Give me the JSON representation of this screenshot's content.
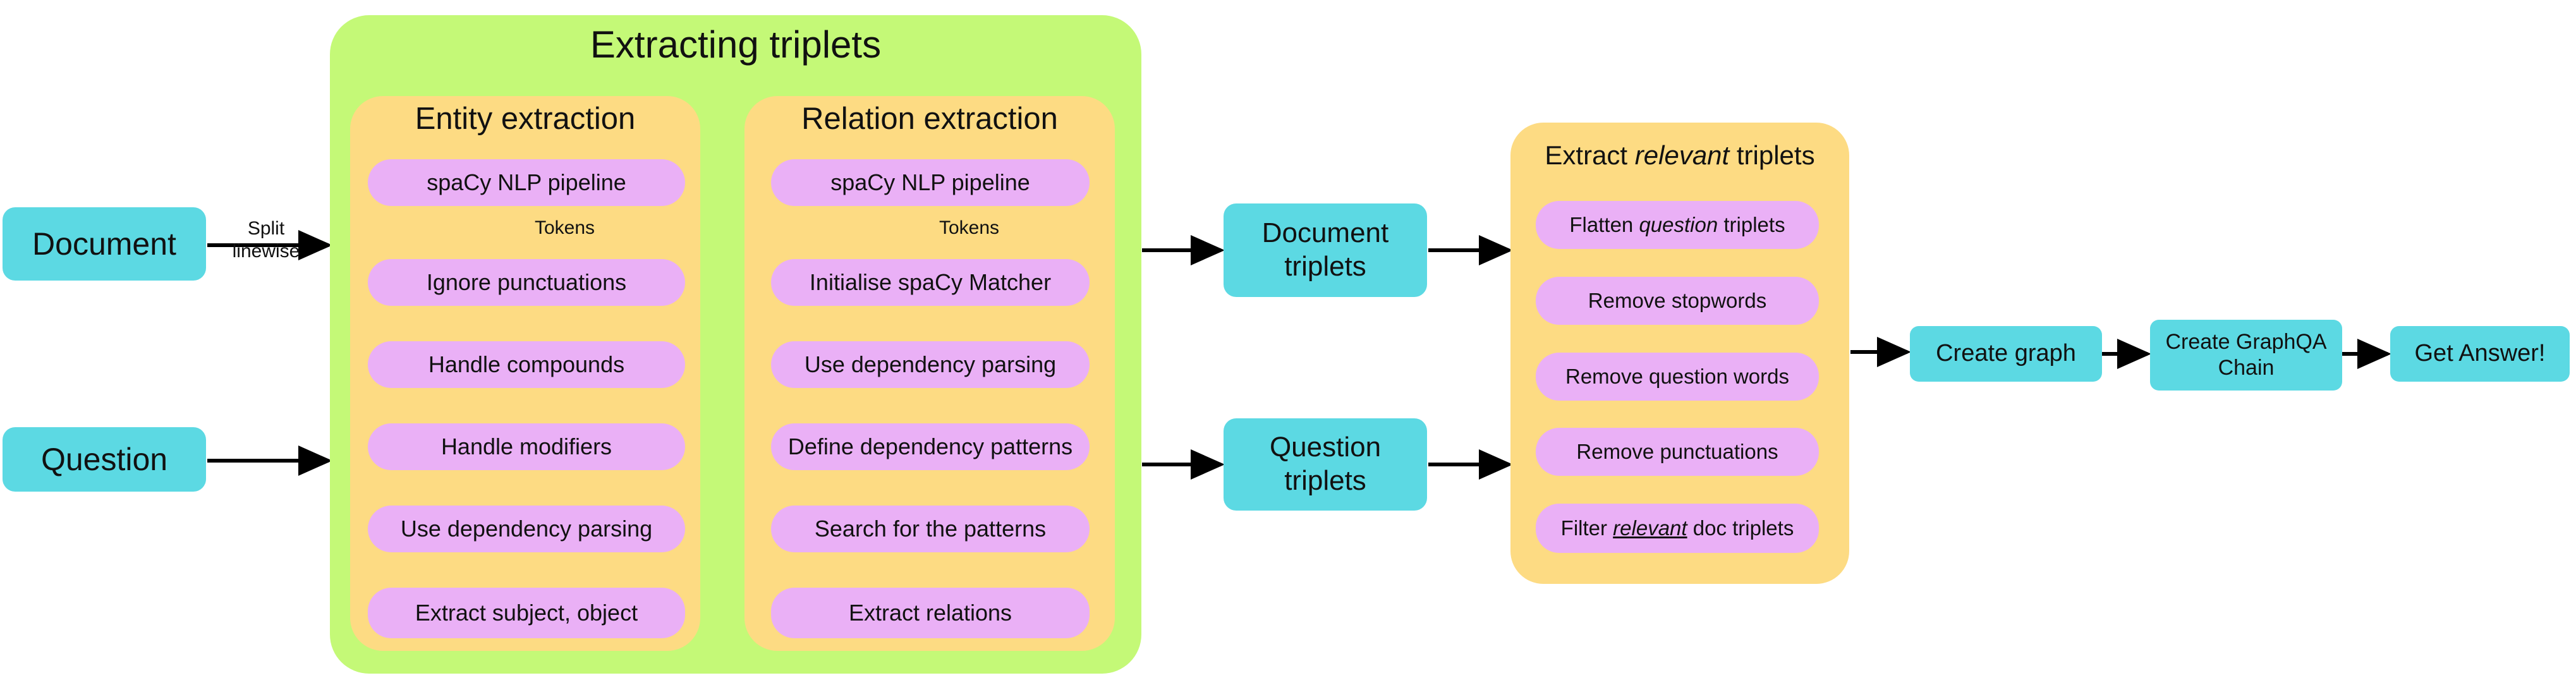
{
  "colors": {
    "outer_panel": "#c4f977",
    "inner_panel": "#fddb83",
    "input_box": "#5cd9e3",
    "step_pill": "#eab0f6",
    "arrow": "#000000"
  },
  "inputs": {
    "document": "Document",
    "question": "Question",
    "split_label_line1": "Split",
    "split_label_line2": "linewise"
  },
  "extracting": {
    "title": "Extracting triplets",
    "entity": {
      "title": "Entity extraction",
      "tokens_label": "Tokens",
      "steps": [
        "spaCy NLP pipeline",
        "Ignore punctuations",
        "Handle compounds",
        "Handle modifiers",
        "Use dependency parsing",
        "Extract subject, object"
      ]
    },
    "relation": {
      "title": "Relation extraction",
      "tokens_label": "Tokens",
      "steps": [
        "spaCy NLP pipeline",
        "Initialise spaCy Matcher",
        "Use dependency parsing",
        "Define dependency patterns",
        "Search for the patterns",
        "Extract relations"
      ]
    }
  },
  "triplets": {
    "document_line1": "Document",
    "document_line2": "triplets",
    "question_line1": "Question",
    "question_line2": "triplets"
  },
  "relevant": {
    "title_pre": "Extract ",
    "title_em": "relevant",
    "title_post": " triplets",
    "steps": {
      "flatten_pre": "Flatten ",
      "flatten_em": "question",
      "flatten_post": " triplets",
      "stopwords": "Remove stopwords",
      "question_words": "Remove question words",
      "punctuations": "Remove punctuations",
      "filter_pre": "Filter ",
      "filter_em": "relevant",
      "filter_post": " doc triplets"
    }
  },
  "final": {
    "create_graph": "Create graph",
    "chain_line1": "Create GraphQA",
    "chain_line2": "Chain",
    "answer": "Get Answer!"
  }
}
